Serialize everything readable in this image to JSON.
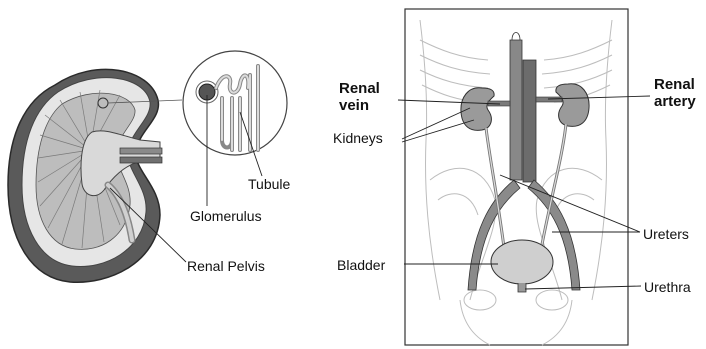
{
  "colors": {
    "outline": "#3a3a3a",
    "dark_fill": "#5a5a5a",
    "mid_fill": "#9a9a9a",
    "light_fill": "#d8d8d8",
    "body_line": "#b8b8b8",
    "leader": "#222222"
  },
  "left_figure": {
    "labels": {
      "tubule": "Tubule",
      "glomerulus": "Glomerulus",
      "renal_pelvis": "Renal Pelvis"
    }
  },
  "right_figure": {
    "labels": {
      "renal_vein_line1": "Renal",
      "renal_vein_line2": "vein",
      "renal_artery_line1": "Renal",
      "renal_artery_line2": "artery",
      "kidneys": "Kidneys",
      "ureters": "Ureters",
      "bladder": "Bladder",
      "urethra": "Urethra"
    }
  }
}
